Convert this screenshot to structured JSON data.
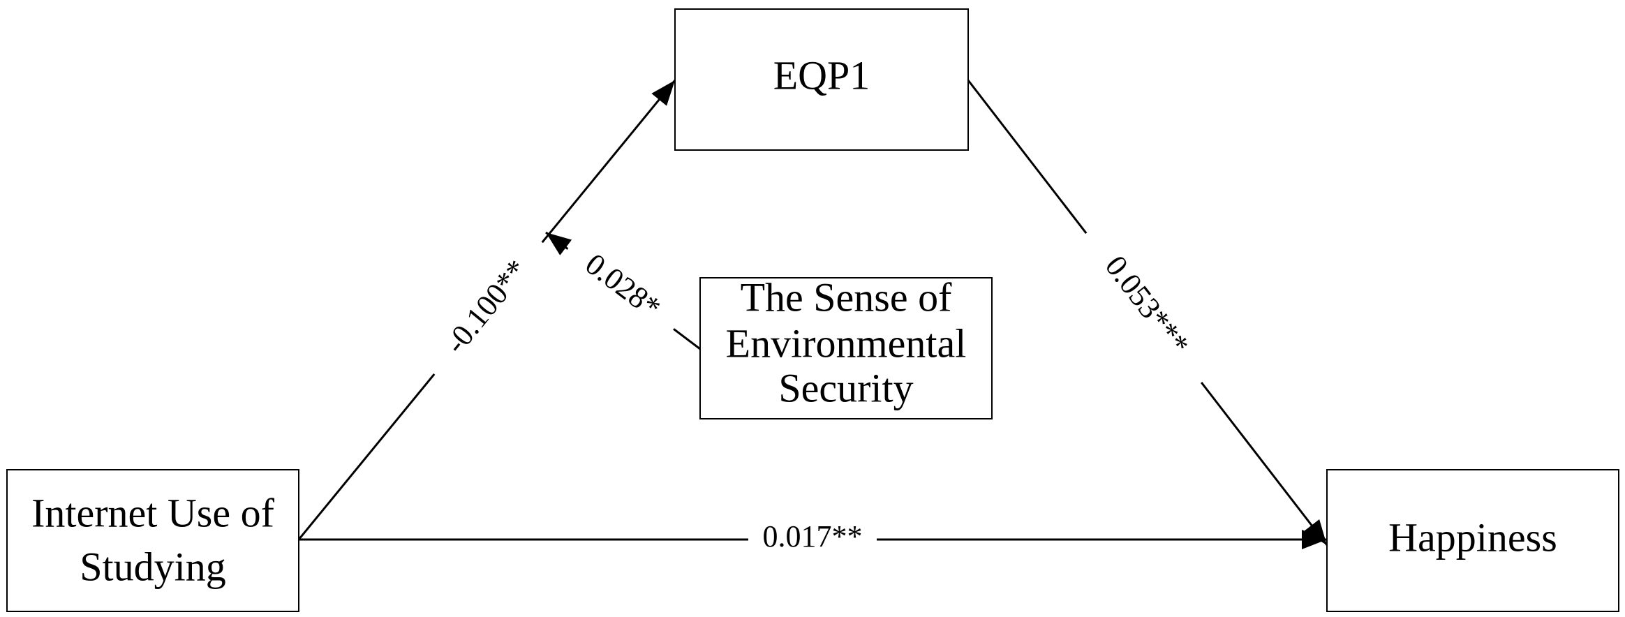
{
  "nodes": {
    "eqp1": {
      "label": "EQP1"
    },
    "moderator": {
      "lines": [
        "The Sense of",
        "Environmental",
        "Security"
      ]
    },
    "internet_use": {
      "lines": [
        "Internet Use of",
        "Studying"
      ]
    },
    "happiness": {
      "label": "Happiness"
    }
  },
  "paths": {
    "internet_to_eqp1": "-0.100**",
    "moderation": "0.028*",
    "eqp1_to_happiness": "0.053***",
    "internet_to_happiness": "0.017**"
  }
}
